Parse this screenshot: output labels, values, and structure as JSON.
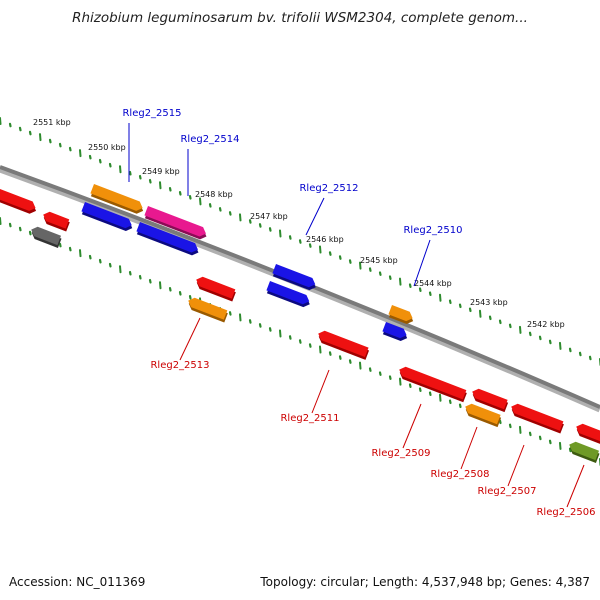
{
  "title": "Rhizobium leguminosarum bv. trifolii WSM2304, complete genom...",
  "footer": {
    "accession": "Accession: NC_011369",
    "summary": "Topology: circular; Length: 4,537,948 bp; Genes: 4,387"
  },
  "colors": {
    "backbone": "#7a7a7a",
    "tick": "#2e8b2e",
    "label_top": "#0000cc",
    "label_bottom": "#cc0000",
    "red": "#ee1111",
    "orange": "#f0900a",
    "blue": "#1a14e6",
    "magenta": "#e8198f",
    "gray": "#666666",
    "olive": "#6f9a26"
  },
  "ticks": [
    "2551 kbp",
    "2550 kbp",
    "2549 kbp",
    "2548 kbp",
    "2547 kbp",
    "2546 kbp",
    "2545 kbp",
    "2544 kbp",
    "2543 kbp",
    "2542 kbp"
  ],
  "genes": [
    {
      "label": "",
      "color": "red",
      "strand": "plus",
      "row": 0
    },
    {
      "label": "",
      "color": "red",
      "strand": "minus",
      "row": 0
    },
    {
      "label": "",
      "color": "gray",
      "strand": "minus",
      "row": 1
    },
    {
      "label": "",
      "color": "orange",
      "strand": "plus",
      "row": 0
    },
    {
      "label": "",
      "color": "blue",
      "strand": "plus",
      "row": 1
    },
    {
      "label": "",
      "color": "magenta",
      "strand": "plus",
      "row": 0
    },
    {
      "label": "",
      "color": "blue",
      "strand": "plus",
      "row": 1
    },
    {
      "label": "",
      "color": "red",
      "strand": "minus",
      "row": 0
    },
    {
      "label": "",
      "color": "orange",
      "strand": "minus",
      "row": 1
    },
    {
      "label": "",
      "color": "blue",
      "strand": "plus",
      "row": 0
    },
    {
      "label": "",
      "color": "blue",
      "strand": "plus",
      "row": 1
    },
    {
      "label": "",
      "color": "red",
      "strand": "minus",
      "row": 0
    },
    {
      "label": "",
      "color": "orange",
      "strand": "plus",
      "row": 0
    },
    {
      "label": "",
      "color": "blue",
      "strand": "plus",
      "row": 1
    },
    {
      "label": "",
      "color": "red",
      "strand": "minus",
      "row": 0
    },
    {
      "label": "",
      "color": "red",
      "strand": "minus",
      "row": 0
    },
    {
      "label": "",
      "color": "orange",
      "strand": "minus",
      "row": 1
    },
    {
      "label": "",
      "color": "red",
      "strand": "minus",
      "row": 0
    },
    {
      "label": "",
      "color": "red",
      "strand": "minus",
      "row": 0
    },
    {
      "label": "",
      "color": "olive",
      "strand": "minus",
      "row": 1
    }
  ],
  "labels": [
    {
      "text": "Rleg2_2515",
      "side": "top"
    },
    {
      "text": "Rleg2_2514",
      "side": "top"
    },
    {
      "text": "Rleg2_2512",
      "side": "top"
    },
    {
      "text": "Rleg2_2510",
      "side": "top"
    },
    {
      "text": "Rleg2_2513",
      "side": "bottom"
    },
    {
      "text": "Rleg2_2511",
      "side": "bottom"
    },
    {
      "text": "Rleg2_2509",
      "side": "bottom"
    },
    {
      "text": "Rleg2_2508",
      "side": "bottom"
    },
    {
      "text": "Rleg2_2507",
      "side": "bottom"
    },
    {
      "text": "Rleg2_2506",
      "side": "bottom"
    }
  ]
}
